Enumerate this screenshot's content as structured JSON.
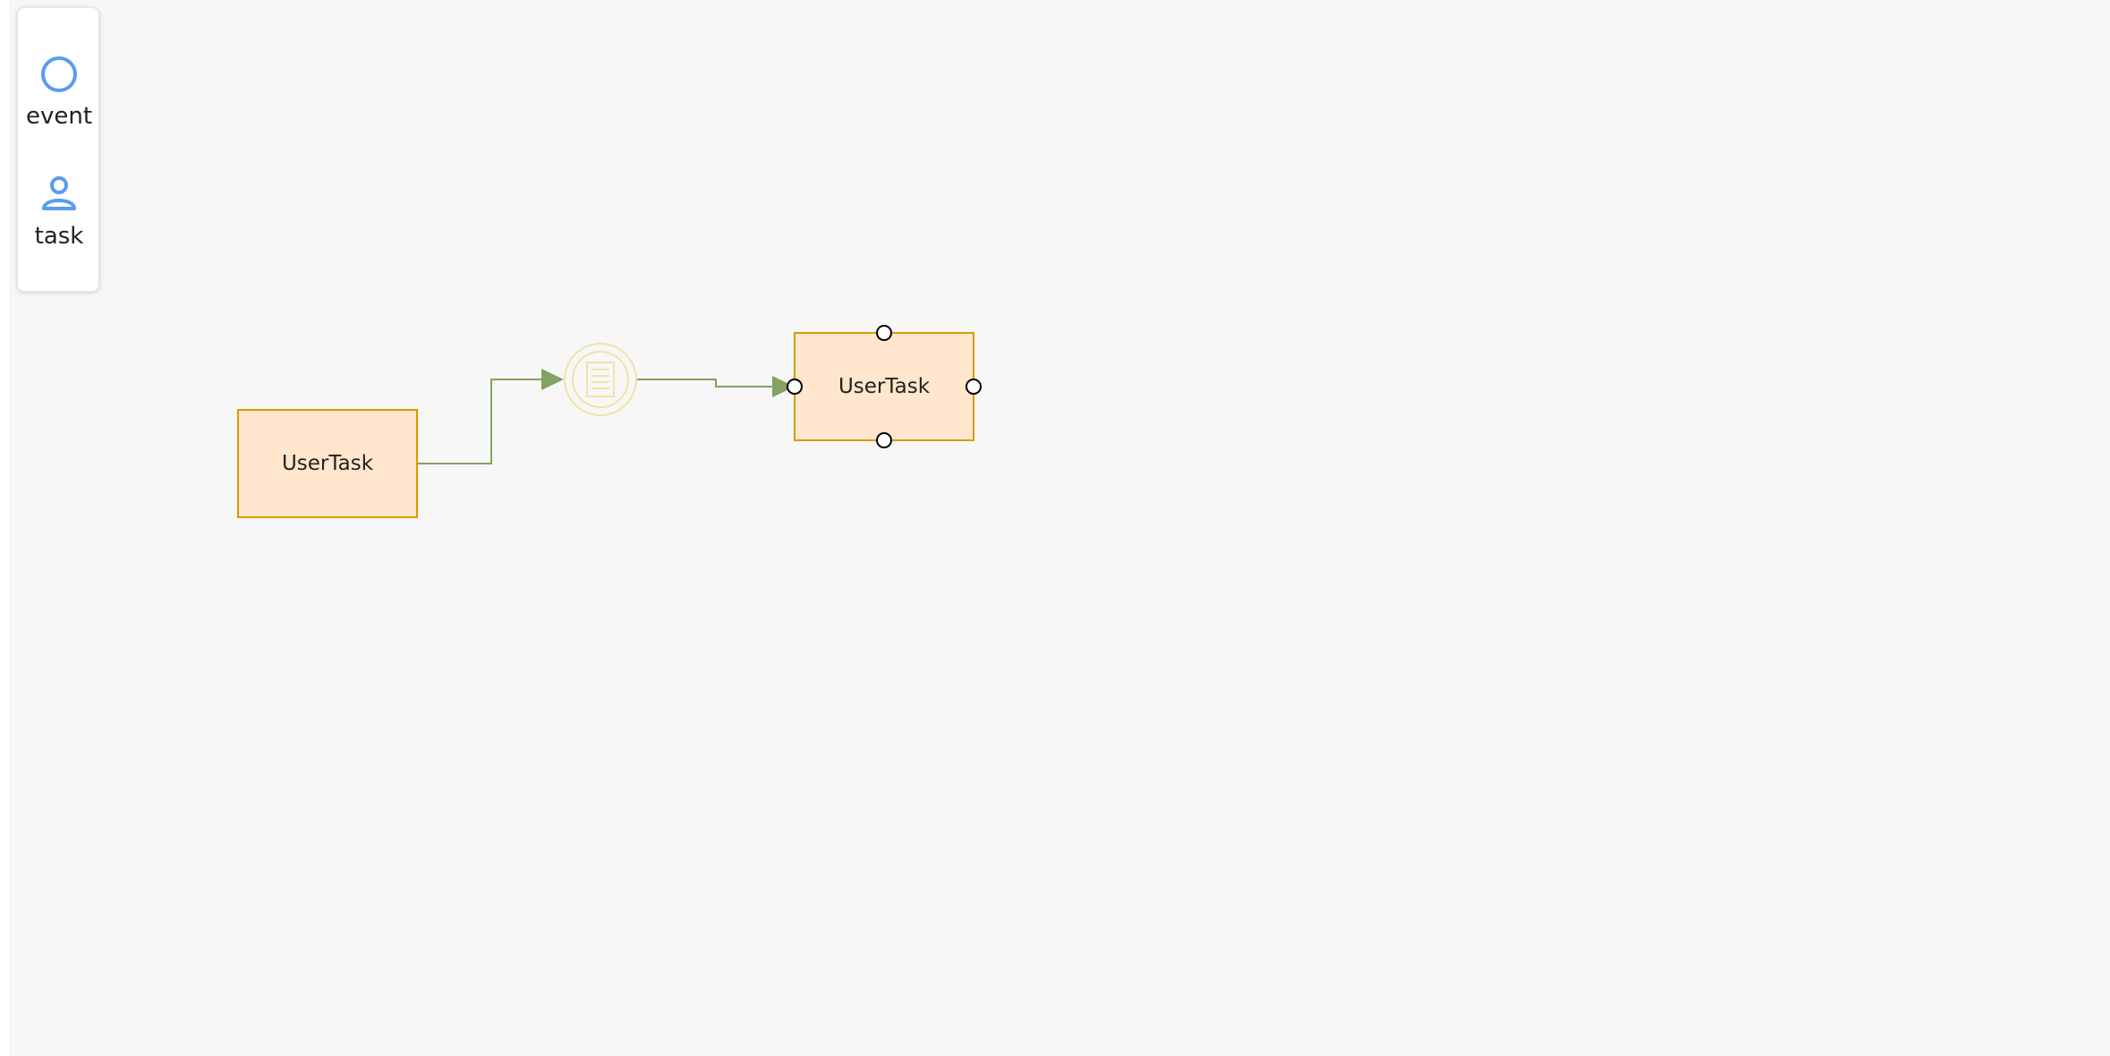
{
  "palette": {
    "items": [
      {
        "label": "event",
        "icon": "circle-event-icon"
      },
      {
        "label": "task",
        "icon": "user-task-icon"
      }
    ]
  },
  "diagram": {
    "nodes": [
      {
        "id": "task-1",
        "type": "UserTask",
        "label": "UserTask"
      },
      {
        "id": "event-1",
        "type": "IntermediateConditionalEvent",
        "label": ""
      },
      {
        "id": "task-2",
        "type": "UserTask",
        "label": "UserTask",
        "selected": true
      }
    ],
    "edges": [
      {
        "from": "task-1",
        "to": "event-1"
      },
      {
        "from": "event-1",
        "to": "task-2"
      }
    ]
  },
  "colors": {
    "canvas": "#f7f7f7",
    "task_fill": "#ffe6cc",
    "task_stroke": "#d79b00",
    "edge": "#82a362",
    "event_stroke": "#f0e4a6",
    "palette_icon": "#5b9bf0"
  }
}
